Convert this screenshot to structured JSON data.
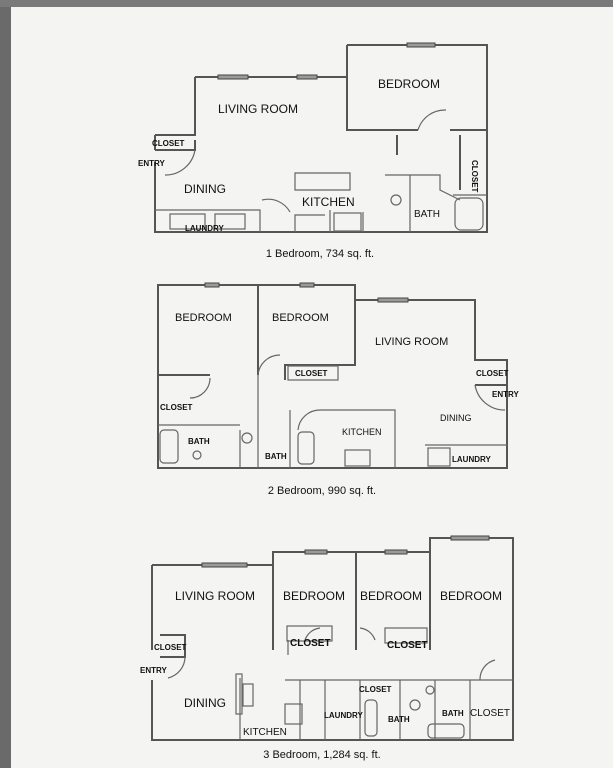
{
  "plans": [
    {
      "caption": "1 Bedroom, 734 sq. ft.",
      "rooms": {
        "living": "LIVING ROOM",
        "bedroom": "BEDROOM",
        "closet1": "CLOSET",
        "entry": "ENTRY",
        "dining": "DINING",
        "kitchen": "KITCHEN",
        "closet2": "CLOSET",
        "bath": "BATH",
        "laundry": "LAUNDRY"
      }
    },
    {
      "caption": "2 Bedroom, 990 sq. ft.",
      "rooms": {
        "bedroom1": "BEDROOM",
        "bedroom2": "BEDROOM",
        "living": "LIVING ROOM",
        "closet1": "CLOSET",
        "closet2": "CLOSET",
        "closet3": "CLOSET",
        "entry": "ENTRY",
        "dining": "DINING",
        "kitchen": "KITCHEN",
        "bath1": "BATH",
        "bath2": "BATH",
        "laundry": "LAUNDRY"
      }
    },
    {
      "caption": "3 Bedroom, 1,284 sq. ft.",
      "rooms": {
        "living": "LIVING ROOM",
        "bedroom1": "BEDROOM",
        "bedroom2": "BEDROOM",
        "bedroom3": "BEDROOM",
        "closet1": "CLOSET",
        "closet2": "CLOSET",
        "closet3": "CLOSET",
        "closet4": "CLOSET",
        "closet5": "CLOSET",
        "entry": "ENTRY",
        "dining": "DINING",
        "kitchen": "KITCHEN",
        "laundry": "LAUNDRY",
        "bath1": "BATH",
        "bath2": "BATH"
      }
    }
  ]
}
